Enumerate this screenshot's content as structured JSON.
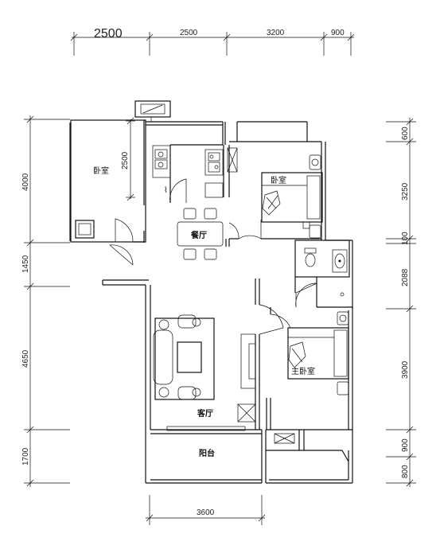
{
  "dimensions": {
    "top": [
      "2500",
      "2500",
      "3200",
      "900"
    ],
    "left": [
      "4000",
      "1450",
      "4650",
      "1700"
    ],
    "right": [
      "600",
      "3250",
      "100",
      "2088",
      "3900",
      "900",
      "800"
    ],
    "bottom": [
      "3600"
    ],
    "inner": [
      "2500"
    ]
  },
  "rooms": {
    "bedroom_small": "卧室",
    "bedroom_2": "卧室",
    "dining": "餐厅",
    "master_bedroom": "主卧室",
    "living": "客厅",
    "balcony": "阳台"
  },
  "colors": {
    "line": "#111111",
    "background": "#ffffff"
  }
}
